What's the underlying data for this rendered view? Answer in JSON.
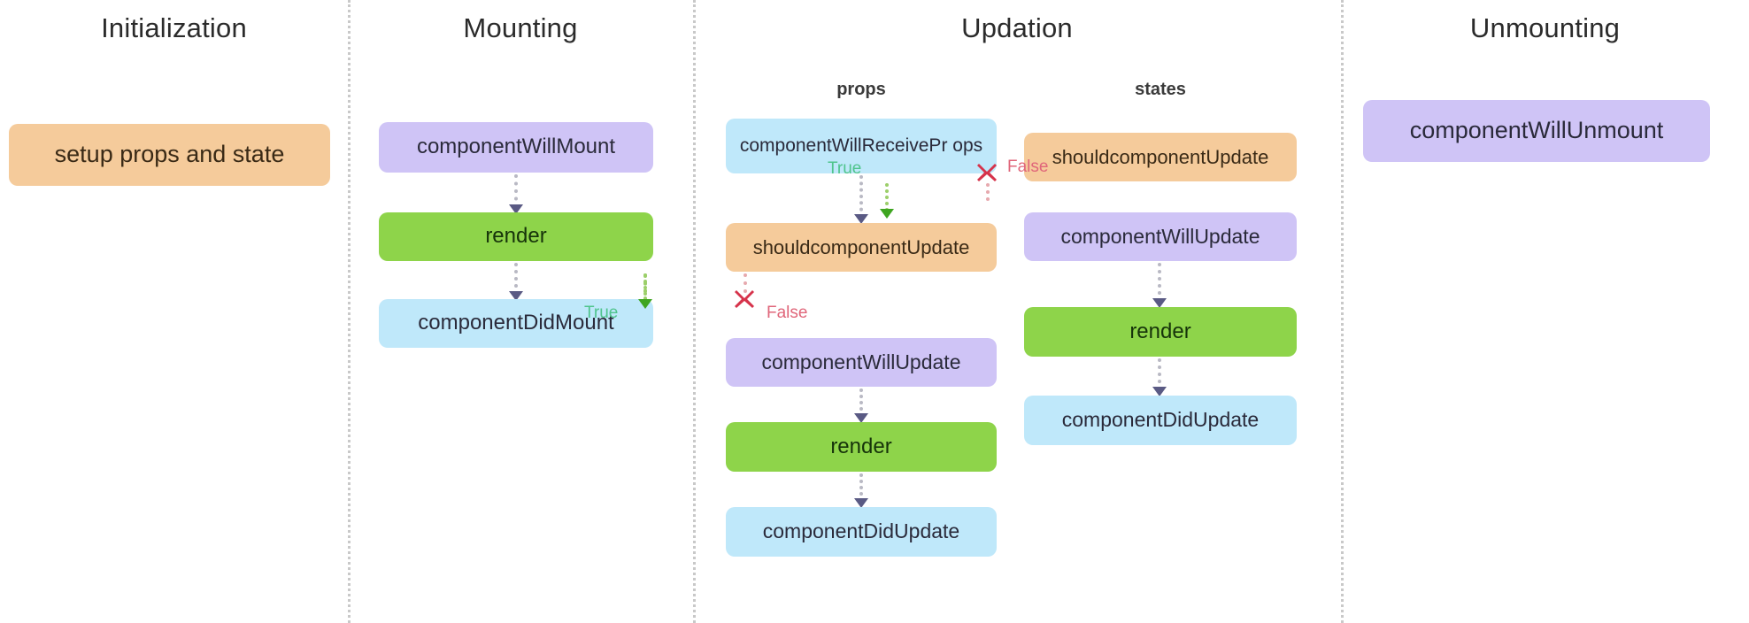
{
  "palette": {
    "purple": "#cfc4f6",
    "green": "#8ed44a",
    "blue": "#bfe8fa",
    "orange": "#f5cb9b",
    "true_green": "#4fc48c",
    "false_red": "#e0667a",
    "divider_gray": "#c9c9c9",
    "background": "#ffffff"
  },
  "phases": {
    "initialization": {
      "title": "Initialization"
    },
    "mounting": {
      "title": "Mounting"
    },
    "updation": {
      "title": "Updation"
    },
    "unmounting": {
      "title": "Unmounting"
    }
  },
  "subcolumns": {
    "props": {
      "title": "props"
    },
    "states": {
      "title": "states"
    }
  },
  "flags": {
    "true": "True",
    "false": "False"
  },
  "icons": {
    "false_marker": "red-x-icon",
    "arrow": "arrow-down-icon"
  },
  "nodes": {
    "init": [
      {
        "id": "setup",
        "label": "setup props and state",
        "color": "orange"
      }
    ],
    "mounting": [
      {
        "id": "m1",
        "label": "componentWillMount",
        "color": "purple"
      },
      {
        "id": "m2",
        "label": "render",
        "color": "green"
      },
      {
        "id": "m3",
        "label": "componentDidMount",
        "color": "blue"
      }
    ],
    "updation_props": [
      {
        "id": "p1",
        "label": "componentWillReceivePr ops",
        "color": "blue"
      },
      {
        "id": "p2",
        "label": "shouldcomponentUpdate",
        "color": "orange"
      },
      {
        "id": "p3",
        "label": "componentWillUpdate",
        "color": "purple"
      },
      {
        "id": "p4",
        "label": "render",
        "color": "green"
      },
      {
        "id": "p5",
        "label": "componentDidUpdate",
        "color": "blue"
      }
    ],
    "updation_states": [
      {
        "id": "s1",
        "label": "shouldcomponentUpdate",
        "color": "orange"
      },
      {
        "id": "s2",
        "label": "componentWillUpdate",
        "color": "purple"
      },
      {
        "id": "s3",
        "label": "render",
        "color": "green"
      },
      {
        "id": "s4",
        "label": "componentDidUpdate",
        "color": "blue"
      }
    ],
    "unmounting": [
      {
        "id": "u1",
        "label": "componentWillUnmount",
        "color": "purple"
      }
    ]
  }
}
